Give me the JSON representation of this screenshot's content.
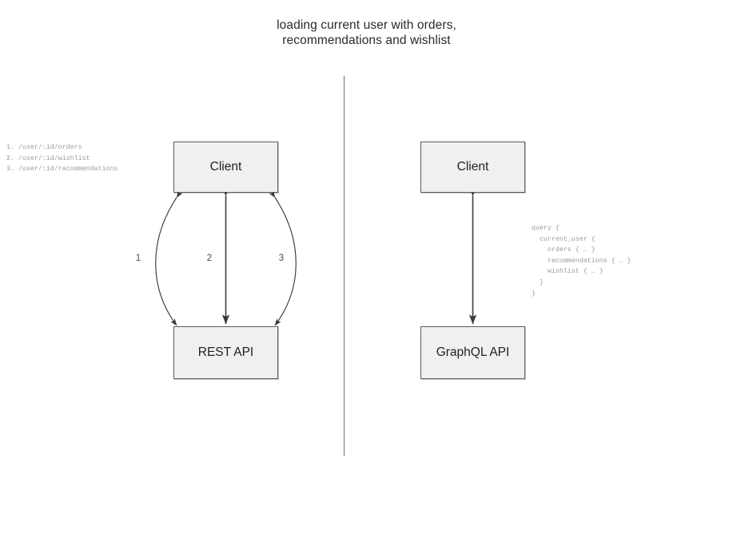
{
  "diagram": {
    "title": "loading current user with orders,\nrecommendations and wishlist",
    "divider": {
      "name": "vertical-divider",
      "color": "#6e6e6e"
    },
    "colors": {
      "node_fill": "#f0f0f0",
      "node_border": "#5b5b5b",
      "edge": "#3b3b3b",
      "annotation_text": "#9a9a9a",
      "title_text": "#2b2b2b",
      "label_text": "#4a4a4a"
    },
    "left_panel": {
      "name": "rest-panel",
      "nodes": [
        {
          "id": "client-rest",
          "label": "Client"
        },
        {
          "id": "rest-api",
          "label": "REST API"
        }
      ],
      "edge_labels": [
        "1",
        "2",
        "3"
      ],
      "annotation": "1. /user/:id/orders\n2. /user/:id/wishlist\n3. /user/:id/recommendations",
      "endpoints": [
        {
          "number": "1.",
          "path": "/user/:id/orders"
        },
        {
          "number": "2.",
          "path": "/user/:id/wishlist"
        },
        {
          "number": "3.",
          "path": "/user/:id/recommendations"
        }
      ]
    },
    "right_panel": {
      "name": "graphql-panel",
      "nodes": [
        {
          "id": "client-gql",
          "label": "Client"
        },
        {
          "id": "graphql-api",
          "label": "GraphQL API"
        }
      ],
      "annotation": "query {\n  current_user {\n    orders { … }\n    recommendations { … }\n    wishlist { … }\n  }\n}"
    }
  }
}
